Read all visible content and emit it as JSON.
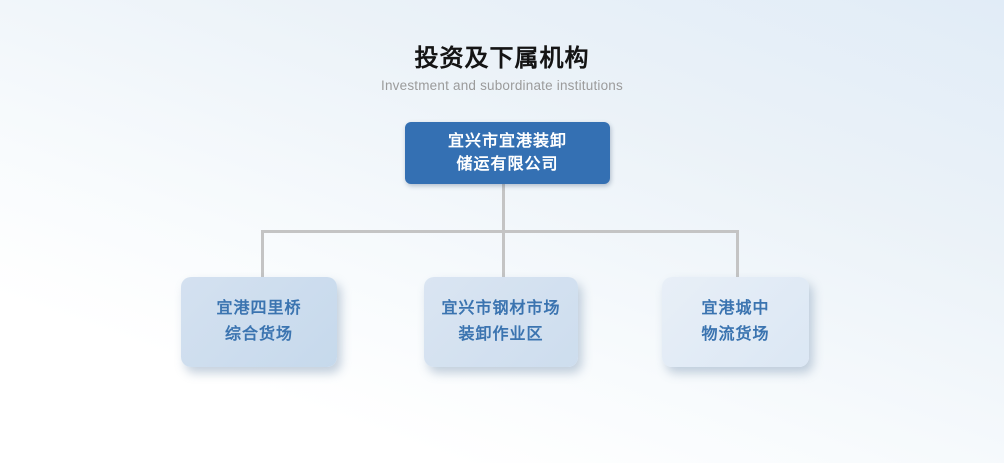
{
  "header": {
    "title": "投资及下属机构",
    "subtitle": "Investment and subordinate institutions"
  },
  "org_chart": {
    "type": "organization-tree",
    "root": {
      "line1": "宜兴市宜港装卸",
      "line2": "储运有限公司"
    },
    "children": [
      {
        "line1": "宜港四里桥",
        "line2": "综合货场"
      },
      {
        "line1": "宜兴市钢材市场",
        "line2": "装卸作业区"
      },
      {
        "line1": "宜港城中",
        "line2": "物流货场"
      }
    ]
  },
  "colors": {
    "root_box_bg": "#3470b3",
    "root_box_text": "#ffffff",
    "child_box_bg_1": "#c9dbed",
    "child_box_bg_2": "#cfdfef",
    "child_box_bg_3": "#dde9f5",
    "child_box_text": "#3b74b0",
    "connector": "#c4c4c4",
    "title_text": "#141414",
    "subtitle_text": "#9b9b9b",
    "background_top": "#e1ecf7",
    "background_bottom": "#ffffff"
  }
}
